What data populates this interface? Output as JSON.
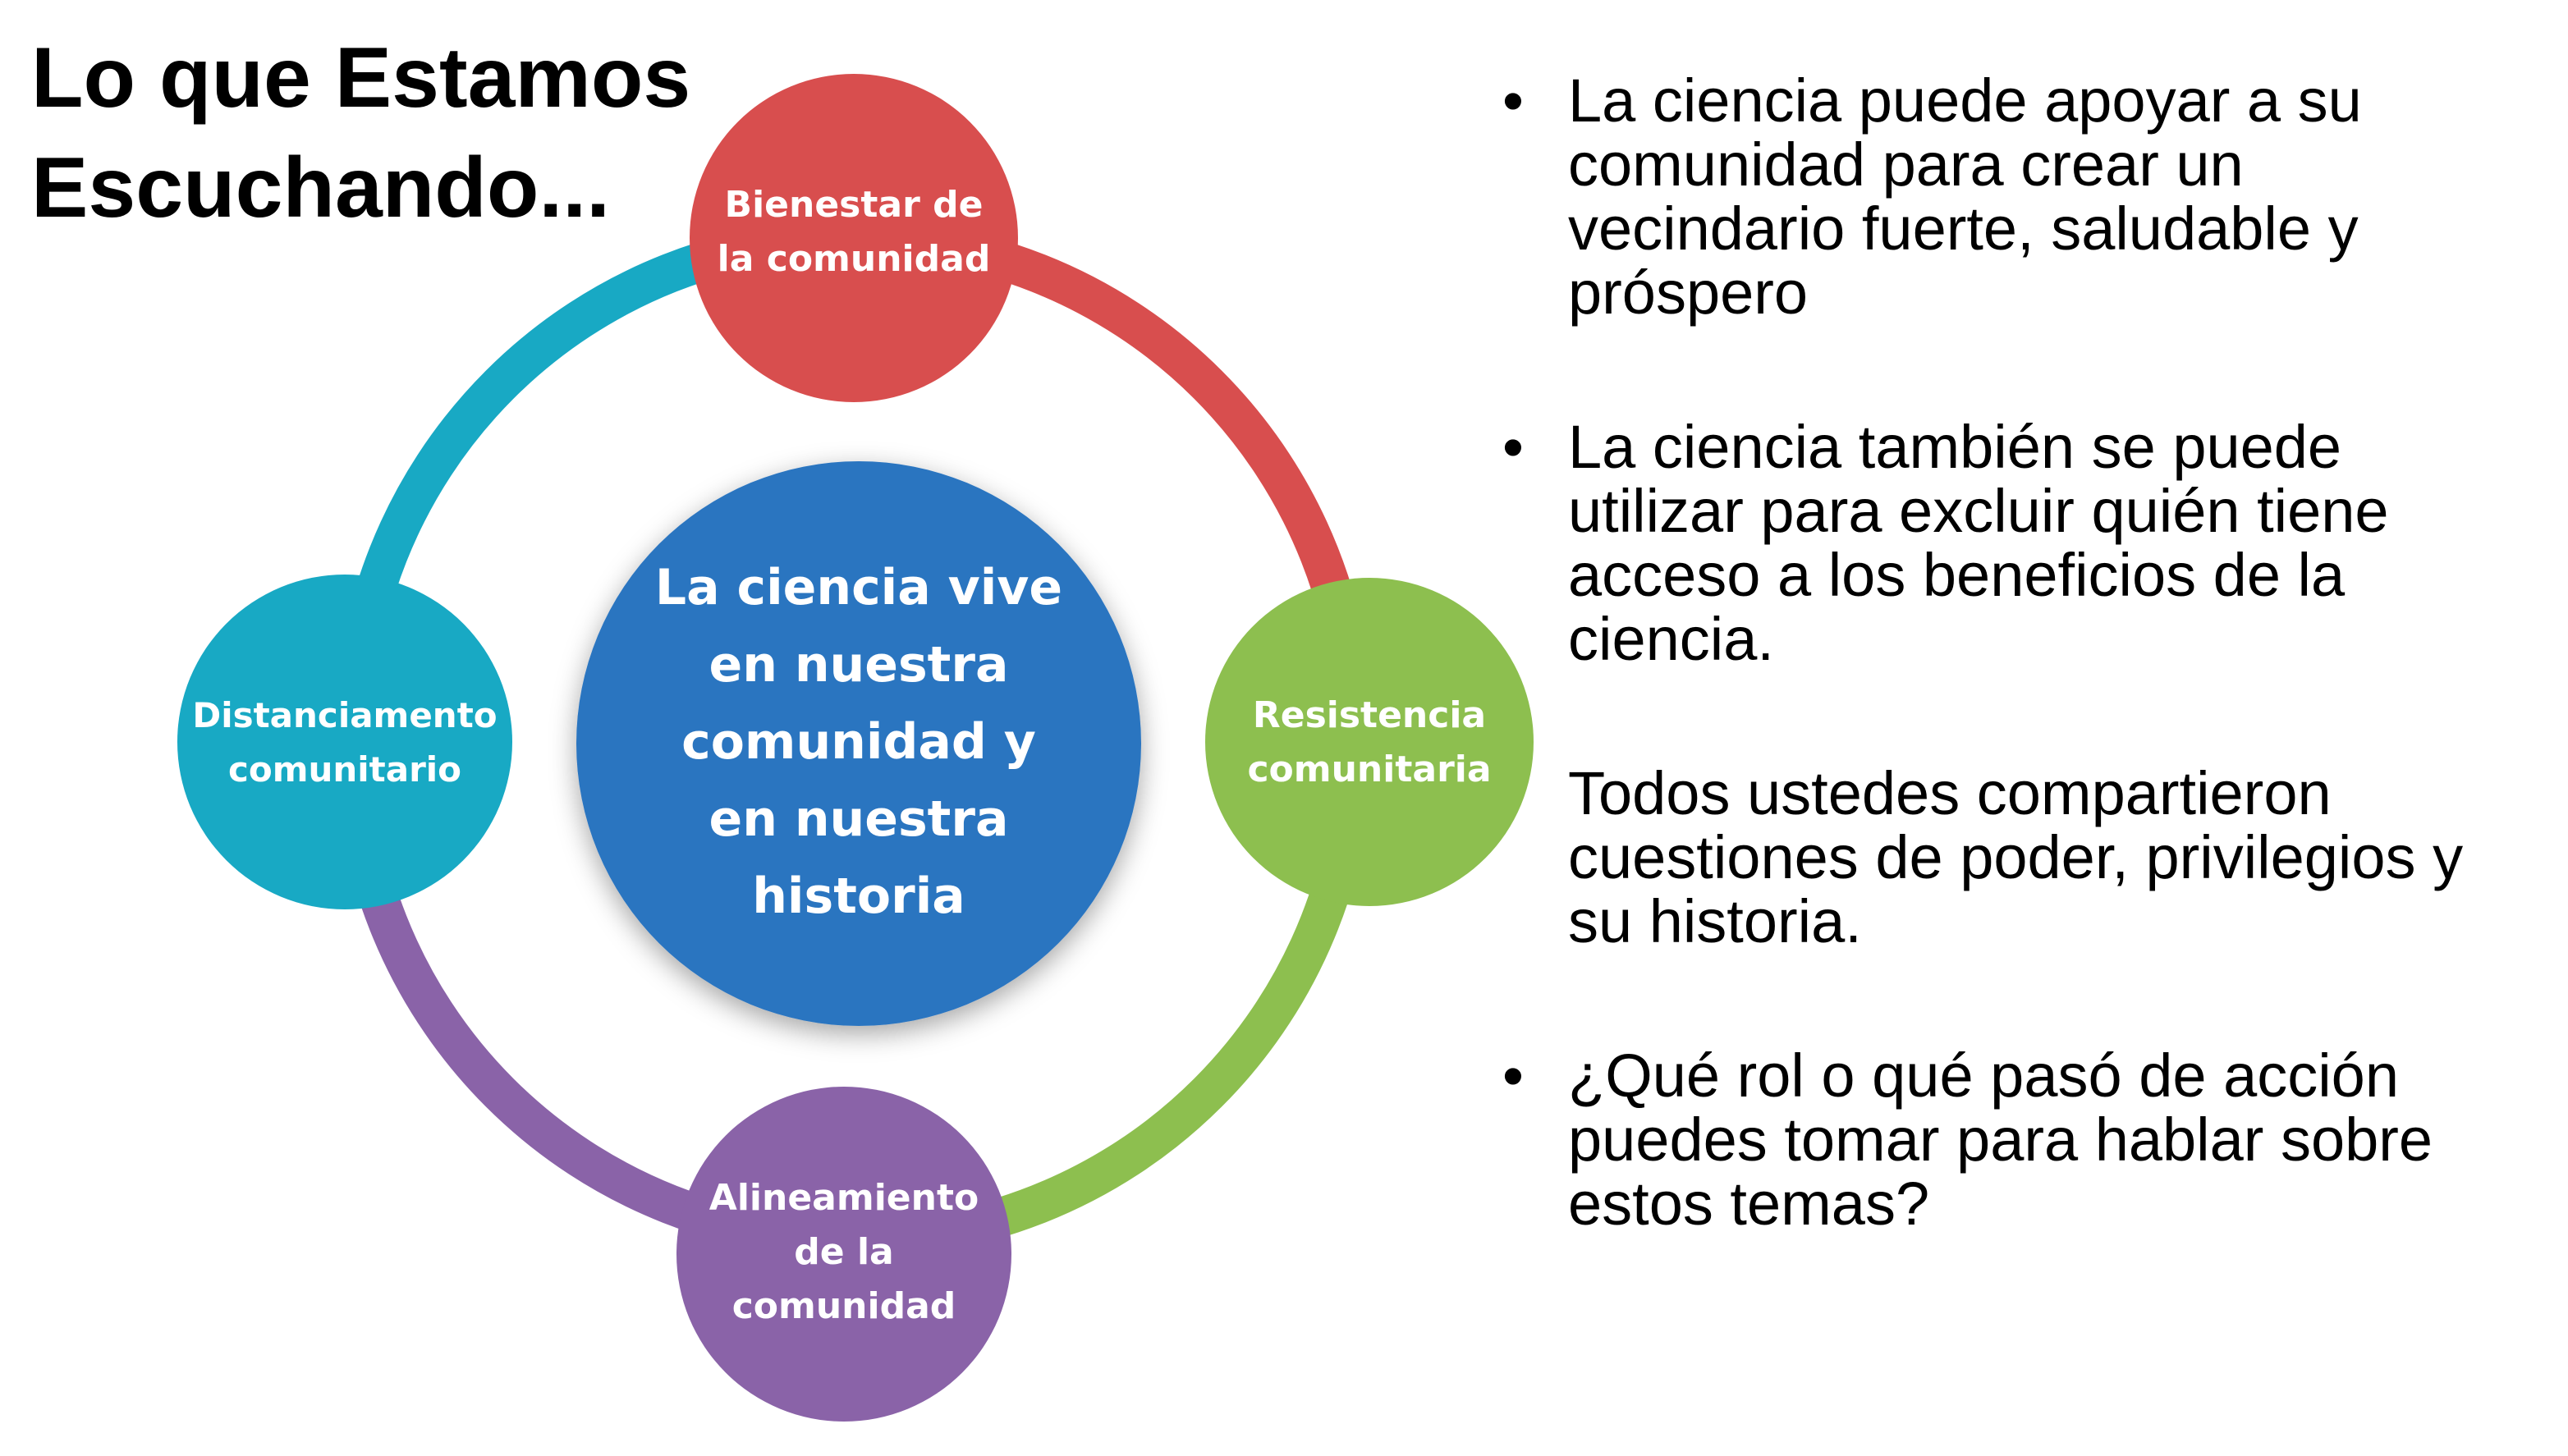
{
  "title": {
    "line1": "Lo que Estamos",
    "line2": "Escuchando..."
  },
  "diagram": {
    "center": {
      "lines": [
        "La ciencia vive",
        "en nuestra",
        "comunidad y",
        "en nuestra",
        "historia"
      ],
      "color": "#2a74c0"
    },
    "nodes": {
      "top": {
        "lines": [
          "Bienestar de",
          "la comunidad"
        ],
        "color": "#d84e4e"
      },
      "right": {
        "lines": [
          "Resistencia",
          "comunitaria"
        ],
        "color": "#8dbf4f"
      },
      "bottom": {
        "lines": [
          "Alineamiento",
          "de la",
          "comunidad"
        ],
        "color": "#8a63a8"
      },
      "left": {
        "lines": [
          "Distanciamento",
          "comunitario"
        ],
        "color": "#18a9c4"
      }
    }
  },
  "text_panel": {
    "bullet_glyph": "•",
    "items": [
      {
        "bullet": true,
        "lines": [
          "La ciencia puede apoyar a su",
          "comunidad para crear un",
          "vecindario fuerte, saludable y",
          "próspero"
        ]
      },
      {
        "bullet": true,
        "lines": [
          "La ciencia también se puede",
          "utilizar para excluir quién tiene",
          "acceso a los beneficios de la",
          "ciencia."
        ]
      },
      {
        "bullet": false,
        "lines": [
          "Todos ustedes compartieron",
          "cuestiones de poder, privilegios y",
          "su historia."
        ]
      },
      {
        "bullet": true,
        "lines": [
          "¿Qué rol o qué pasó de acción",
          "puedes tomar para hablar sobre",
          "estos temas?"
        ]
      }
    ]
  }
}
